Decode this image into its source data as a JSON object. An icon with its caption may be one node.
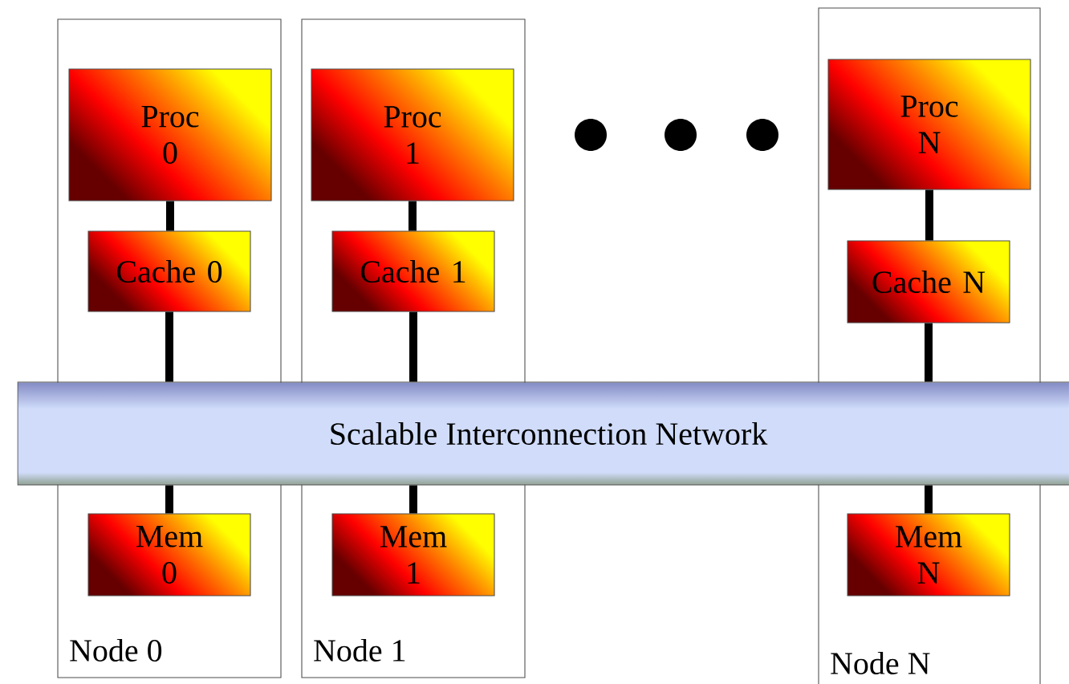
{
  "diagram": {
    "nodes": [
      {
        "text": [
          "Node 0"
        ]
      },
      {
        "text": [
          "Proc 0"
        ],
        "in": 0
      },
      {
        "text": [
          "Cache 0"
        ],
        "in": 0
      },
      {
        "text": [
          "Mem 0"
        ],
        "in": 0
      },
      {
        "text": [
          "Node 1"
        ]
      },
      {
        "text": [
          "Proc 1"
        ],
        "in": 4
      },
      {
        "text": [
          "Cache 1"
        ],
        "in": 4
      },
      {
        "text": [
          "Mem 1"
        ],
        "in": 4
      },
      {
        "text": [
          "Node N"
        ]
      },
      {
        "text": [
          "Proc N"
        ],
        "in": 8
      },
      {
        "text": [
          "Cache N"
        ],
        "in": 8
      },
      {
        "text": [
          "Mem N"
        ],
        "in": 8
      },
      {
        "text": [
          "Scalable Interconnection Network"
        ]
      }
    ],
    "edges": [
      {
        "from": 1,
        "to": 2,
        "arrow": "none"
      },
      {
        "from": 2,
        "to": 12,
        "arrow": "none"
      },
      {
        "from": 12,
        "to": 3,
        "arrow": "none"
      },
      {
        "from": 5,
        "to": 6,
        "arrow": "none"
      },
      {
        "from": 6,
        "to": 12,
        "arrow": "none"
      },
      {
        "from": 12,
        "to": 7,
        "arrow": "none"
      },
      {
        "from": 9,
        "to": 10,
        "arrow": "none"
      },
      {
        "from": 10,
        "to": 12,
        "arrow": "none"
      },
      {
        "from": 12,
        "to": 11,
        "arrow": "none"
      }
    ]
  }
}
